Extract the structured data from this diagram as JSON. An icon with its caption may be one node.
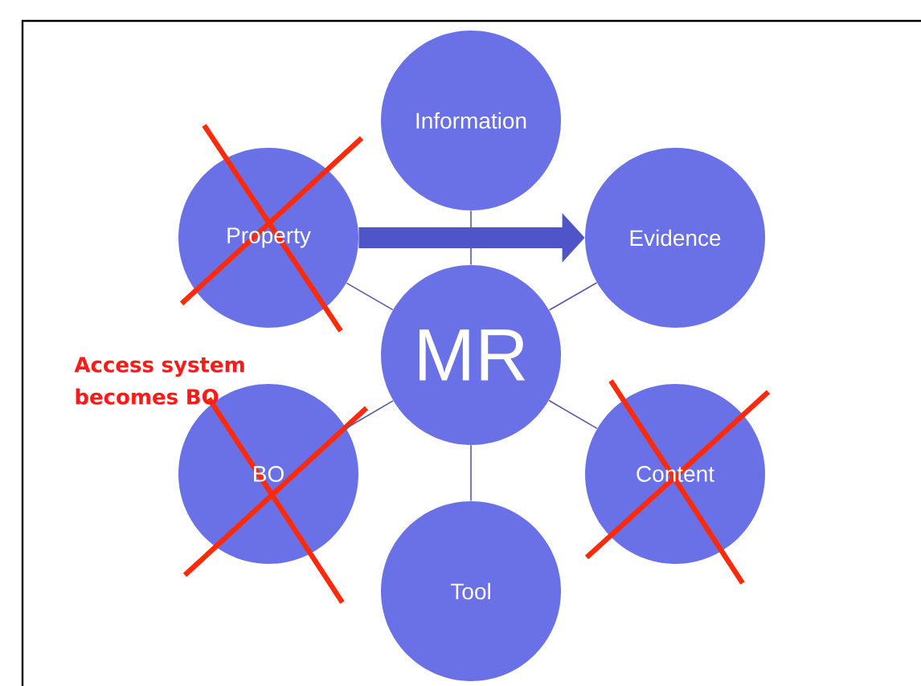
{
  "diagram": {
    "nodes": [
      {
        "text": [
          "Information"
        ]
      },
      {
        "text": [
          "Property"
        ]
      },
      {
        "text": [
          "Evidence"
        ]
      },
      {
        "text": [
          "MR"
        ]
      },
      {
        "text": [
          "BO"
        ]
      },
      {
        "text": [
          "Content"
        ]
      },
      {
        "text": [
          "Tool"
        ]
      }
    ],
    "edges": [
      {
        "from": 3,
        "to": 0,
        "arrow": "none"
      },
      {
        "from": 3,
        "to": 1,
        "arrow": "none"
      },
      {
        "from": 3,
        "to": 2,
        "arrow": "none"
      },
      {
        "from": 3,
        "to": 4,
        "arrow": "none"
      },
      {
        "from": 3,
        "to": 5,
        "arrow": "none"
      },
      {
        "from": 3,
        "to": 6,
        "arrow": "none"
      },
      {
        "from": 1,
        "to": 2,
        "arrow": "to",
        "style": "thick"
      }
    ],
    "labels": [
      "Access system becomes BO"
    ]
  }
}
